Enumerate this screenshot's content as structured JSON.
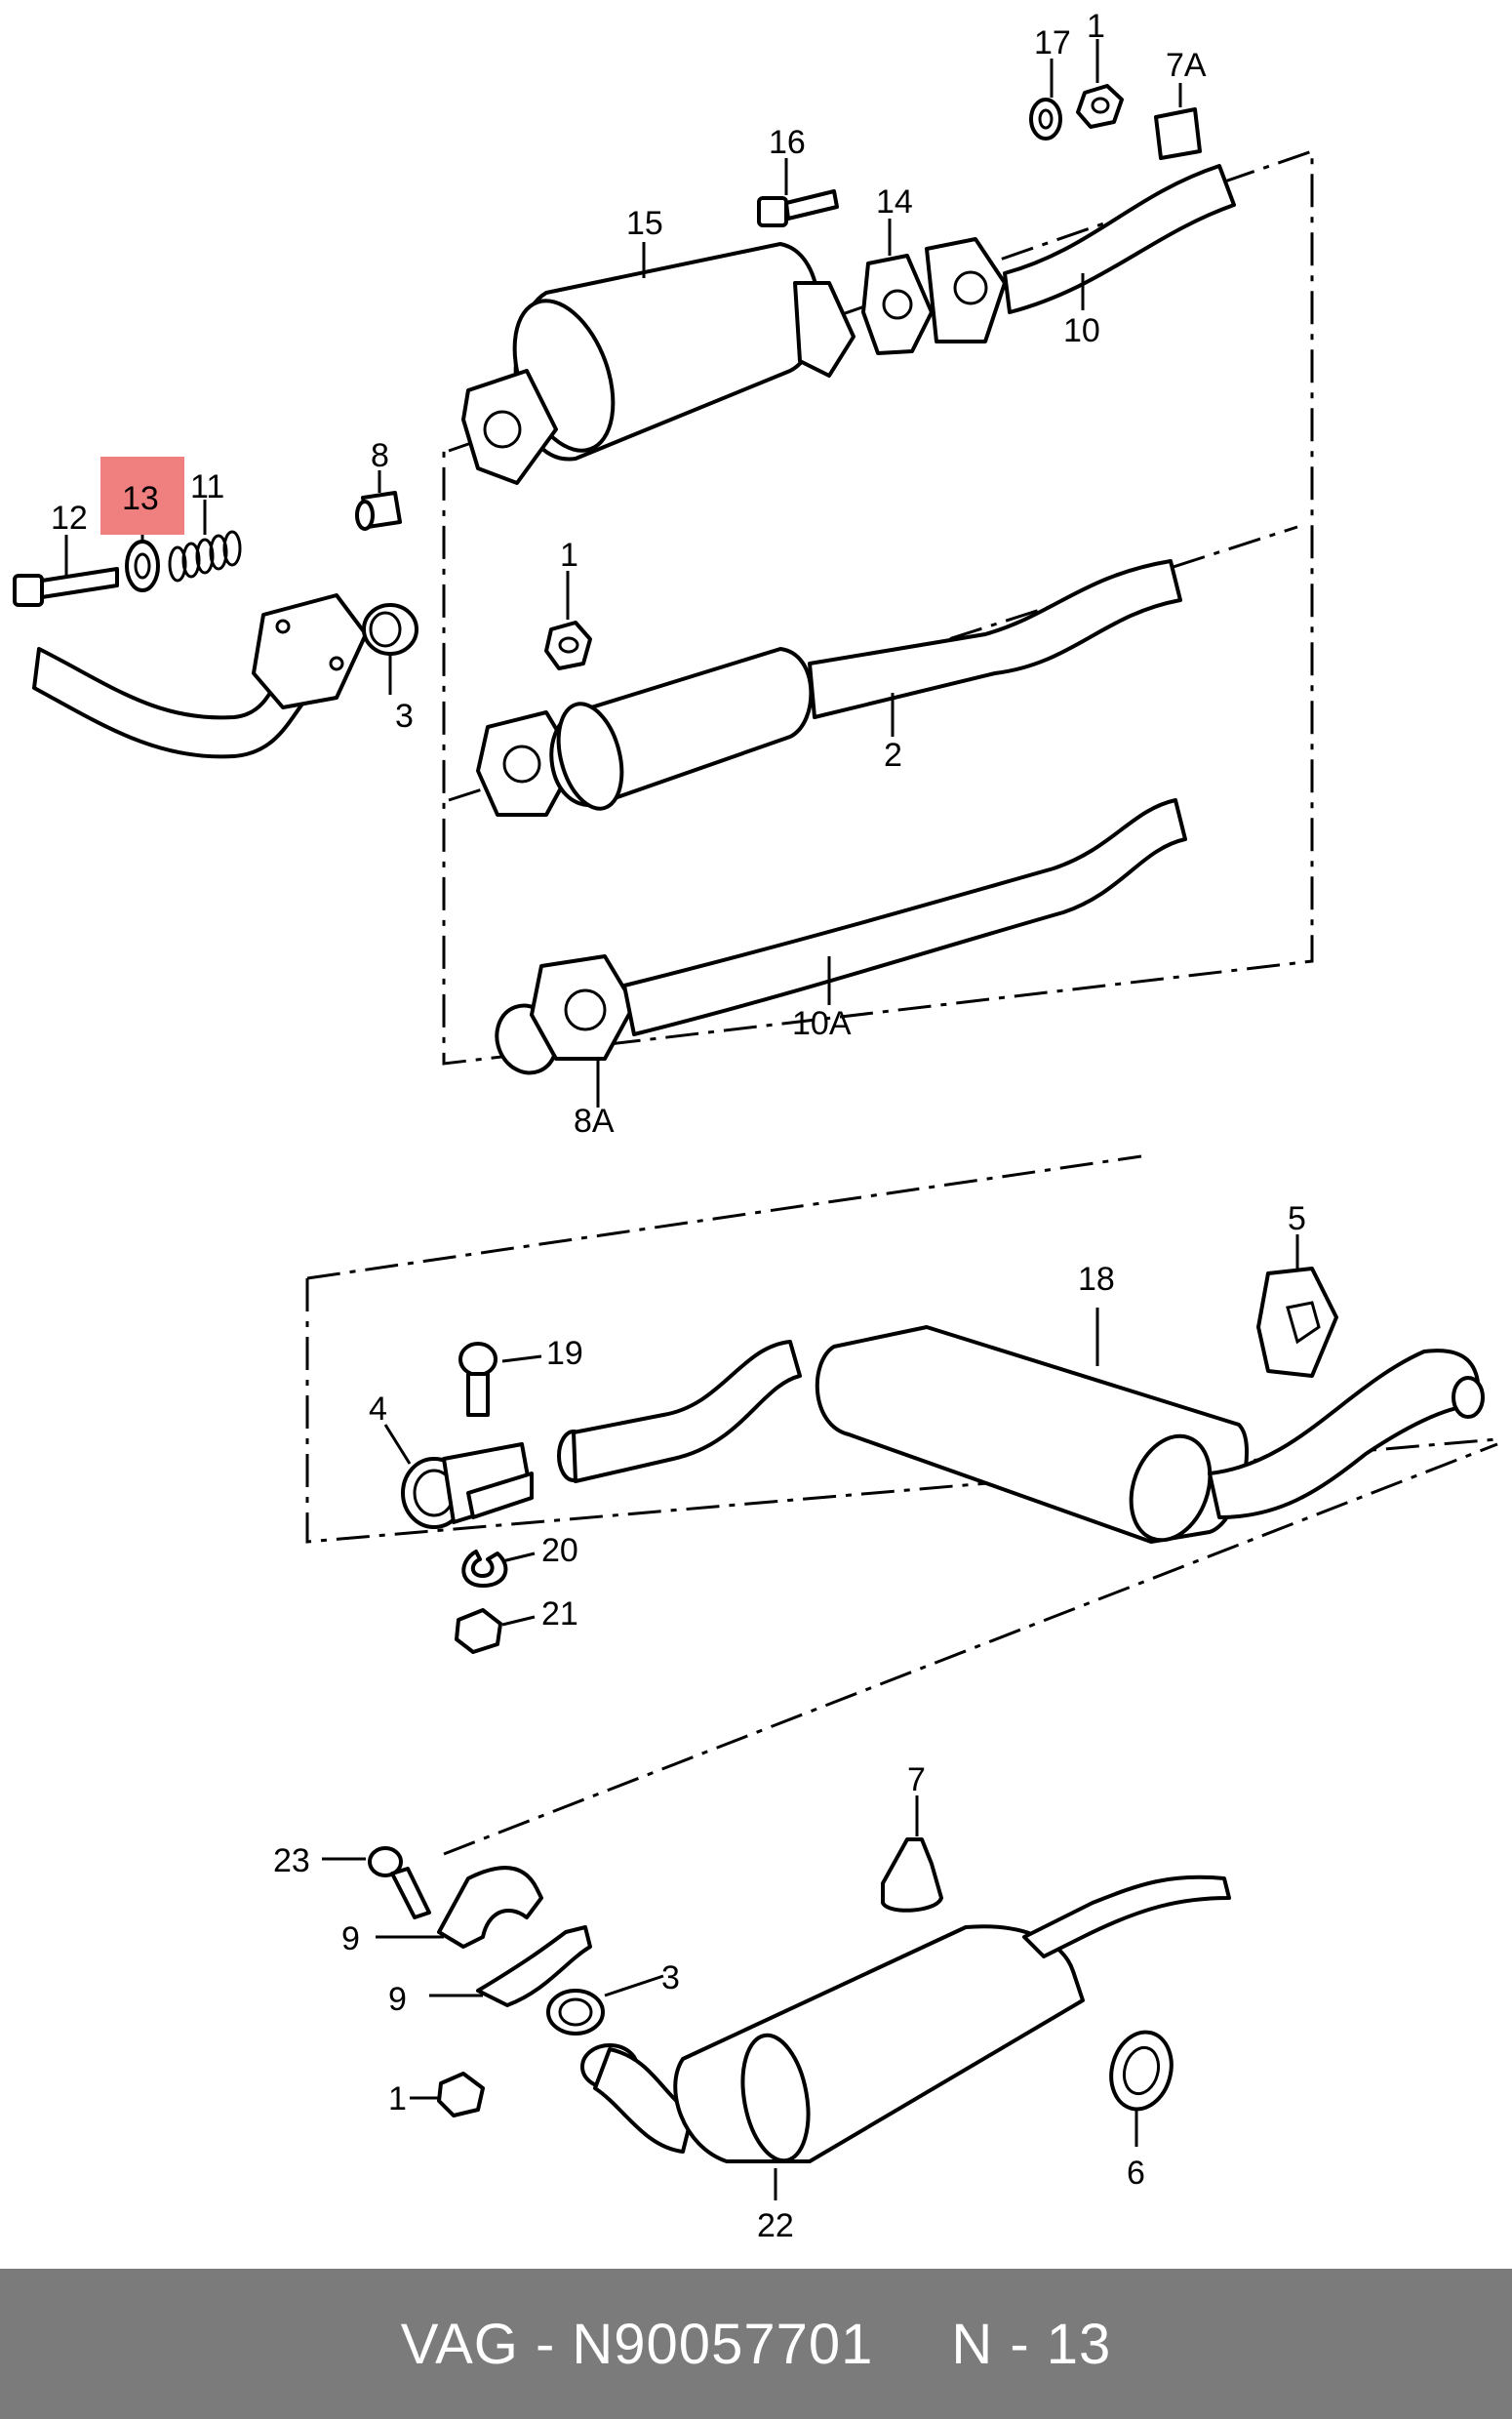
{
  "colors": {
    "highlight": "#f08080",
    "footer_bg": "#7b7b7b",
    "footer_text": "#ffffff"
  },
  "labels": {
    "l1a": "1",
    "l1b": "1",
    "l1c": "1",
    "l2": "2",
    "l3a": "3",
    "l3b": "3",
    "l4": "4",
    "l5": "5",
    "l6": "6",
    "l7": "7",
    "l7a": "7A",
    "l8": "8",
    "l8a": "8A",
    "l9a": "9",
    "l9b": "9",
    "l10": "10",
    "l10a": "10A",
    "l11": "11",
    "l12": "12",
    "l13": "13",
    "l14": "14",
    "l15": "15",
    "l16": "16",
    "l17": "17",
    "l18": "18",
    "l19": "19",
    "l20": "20",
    "l21": "21",
    "l22": "22",
    "l23": "23"
  },
  "footer": {
    "brand_part": "VAG - N90057701",
    "position": "N - 13"
  }
}
